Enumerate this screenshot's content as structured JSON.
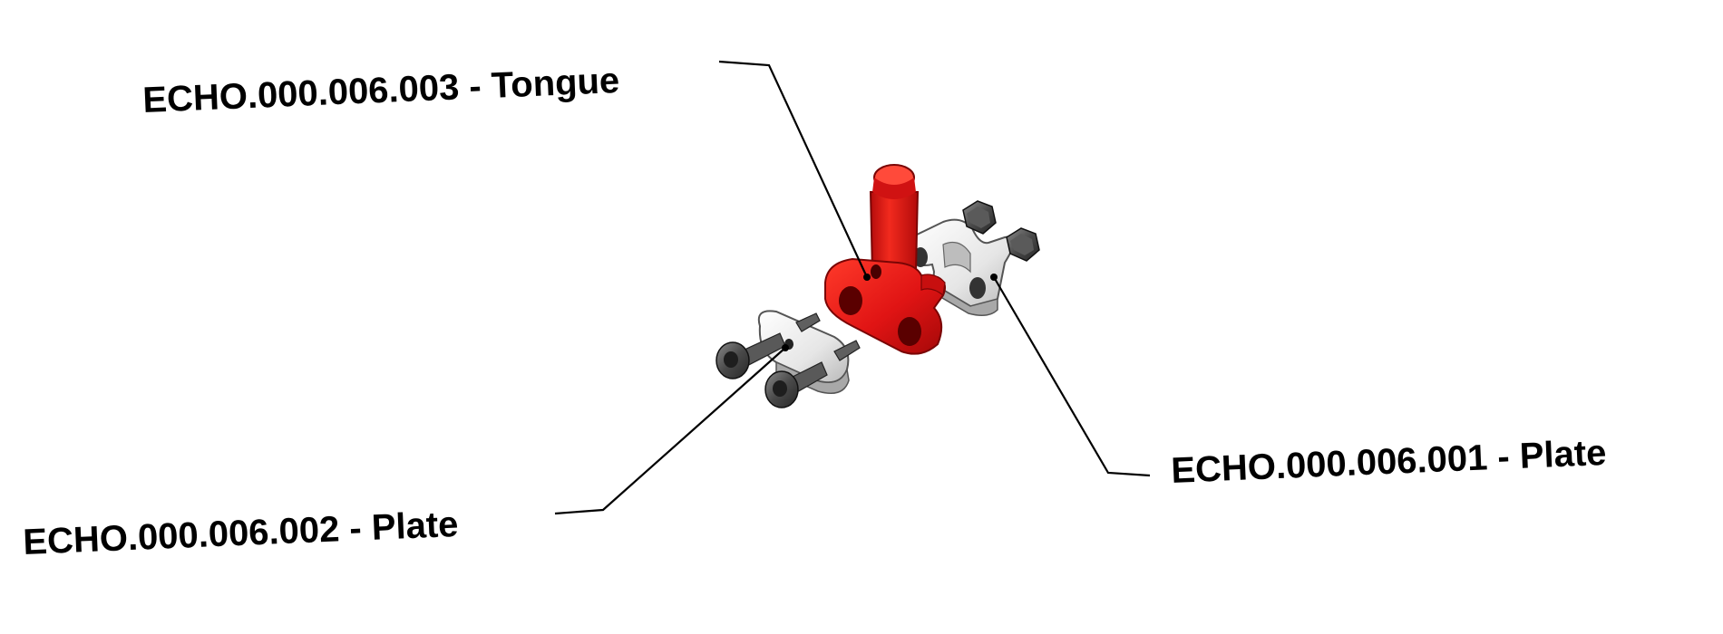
{
  "callouts": {
    "tongue": {
      "label": "ECHO.000.006.003 - Tongue"
    },
    "plate_right": {
      "label": "ECHO.000.006.001 - Plate"
    },
    "plate_left": {
      "label": "ECHO.000.006.002 - Plate"
    }
  },
  "colors": {
    "tongue": "#e01414",
    "plate": "#e8e8e8",
    "hardware": "#4a4a4a",
    "leader": "#000000"
  }
}
